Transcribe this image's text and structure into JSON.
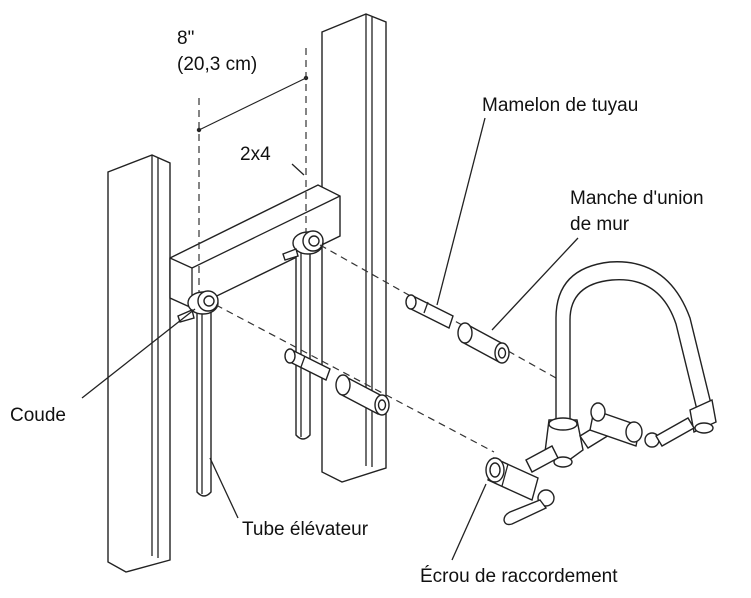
{
  "dimension": {
    "inches": "8\"",
    "metric": "(20,3 cm)"
  },
  "labels": {
    "stud": "2x4",
    "pipe_nipple": "Mamelon de tuyau",
    "wall_union_line1": "Manche d'union",
    "wall_union_line2": "de mur",
    "elbow": "Coude",
    "riser_tube": "Tube élévateur",
    "coupling_nut": "Écrou de raccordement"
  }
}
